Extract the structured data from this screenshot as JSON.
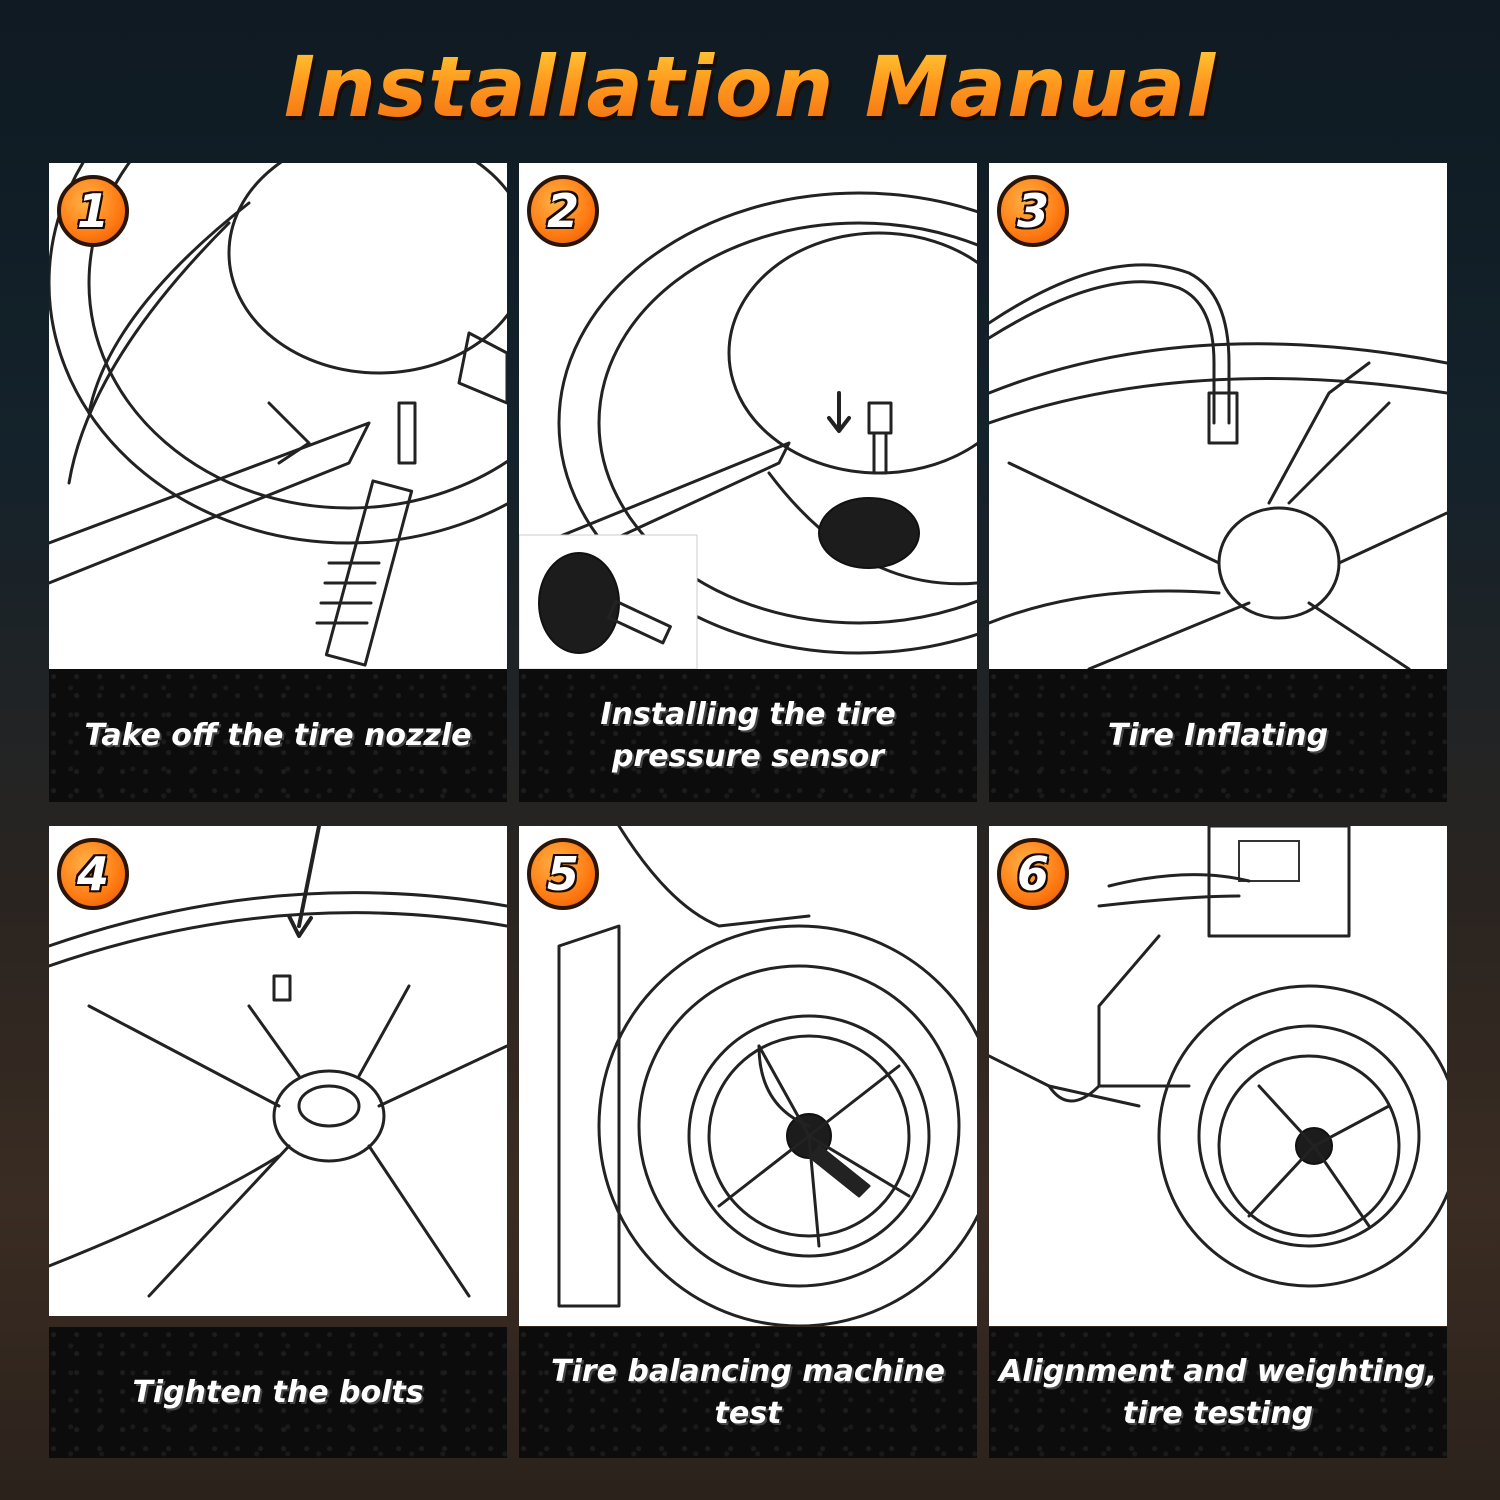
{
  "title": "Installation Manual",
  "steps": [
    {
      "number": "1",
      "caption": "Take off the tire nozzle"
    },
    {
      "number": "2",
      "caption": "Installing the tire pressure sensor"
    },
    {
      "number": "3",
      "caption": "Tire Inflating"
    },
    {
      "number": "4",
      "caption": "Tighten the bolts"
    },
    {
      "number": "5",
      "caption": "Tire balancing machine test"
    },
    {
      "number": "6",
      "caption": "Alignment and weighting, tire testing"
    }
  ],
  "colors": {
    "accent": "#ff8a1c",
    "caption_bg": "#0c0c0c",
    "panel_bg": "#ffffff"
  },
  "icons": [
    "tire-valve-removal-illustration",
    "sensor-install-illustration",
    "inflation-hose-illustration",
    "bolt-tighten-illustration",
    "balancing-machine-illustration",
    "alignment-machine-illustration"
  ]
}
